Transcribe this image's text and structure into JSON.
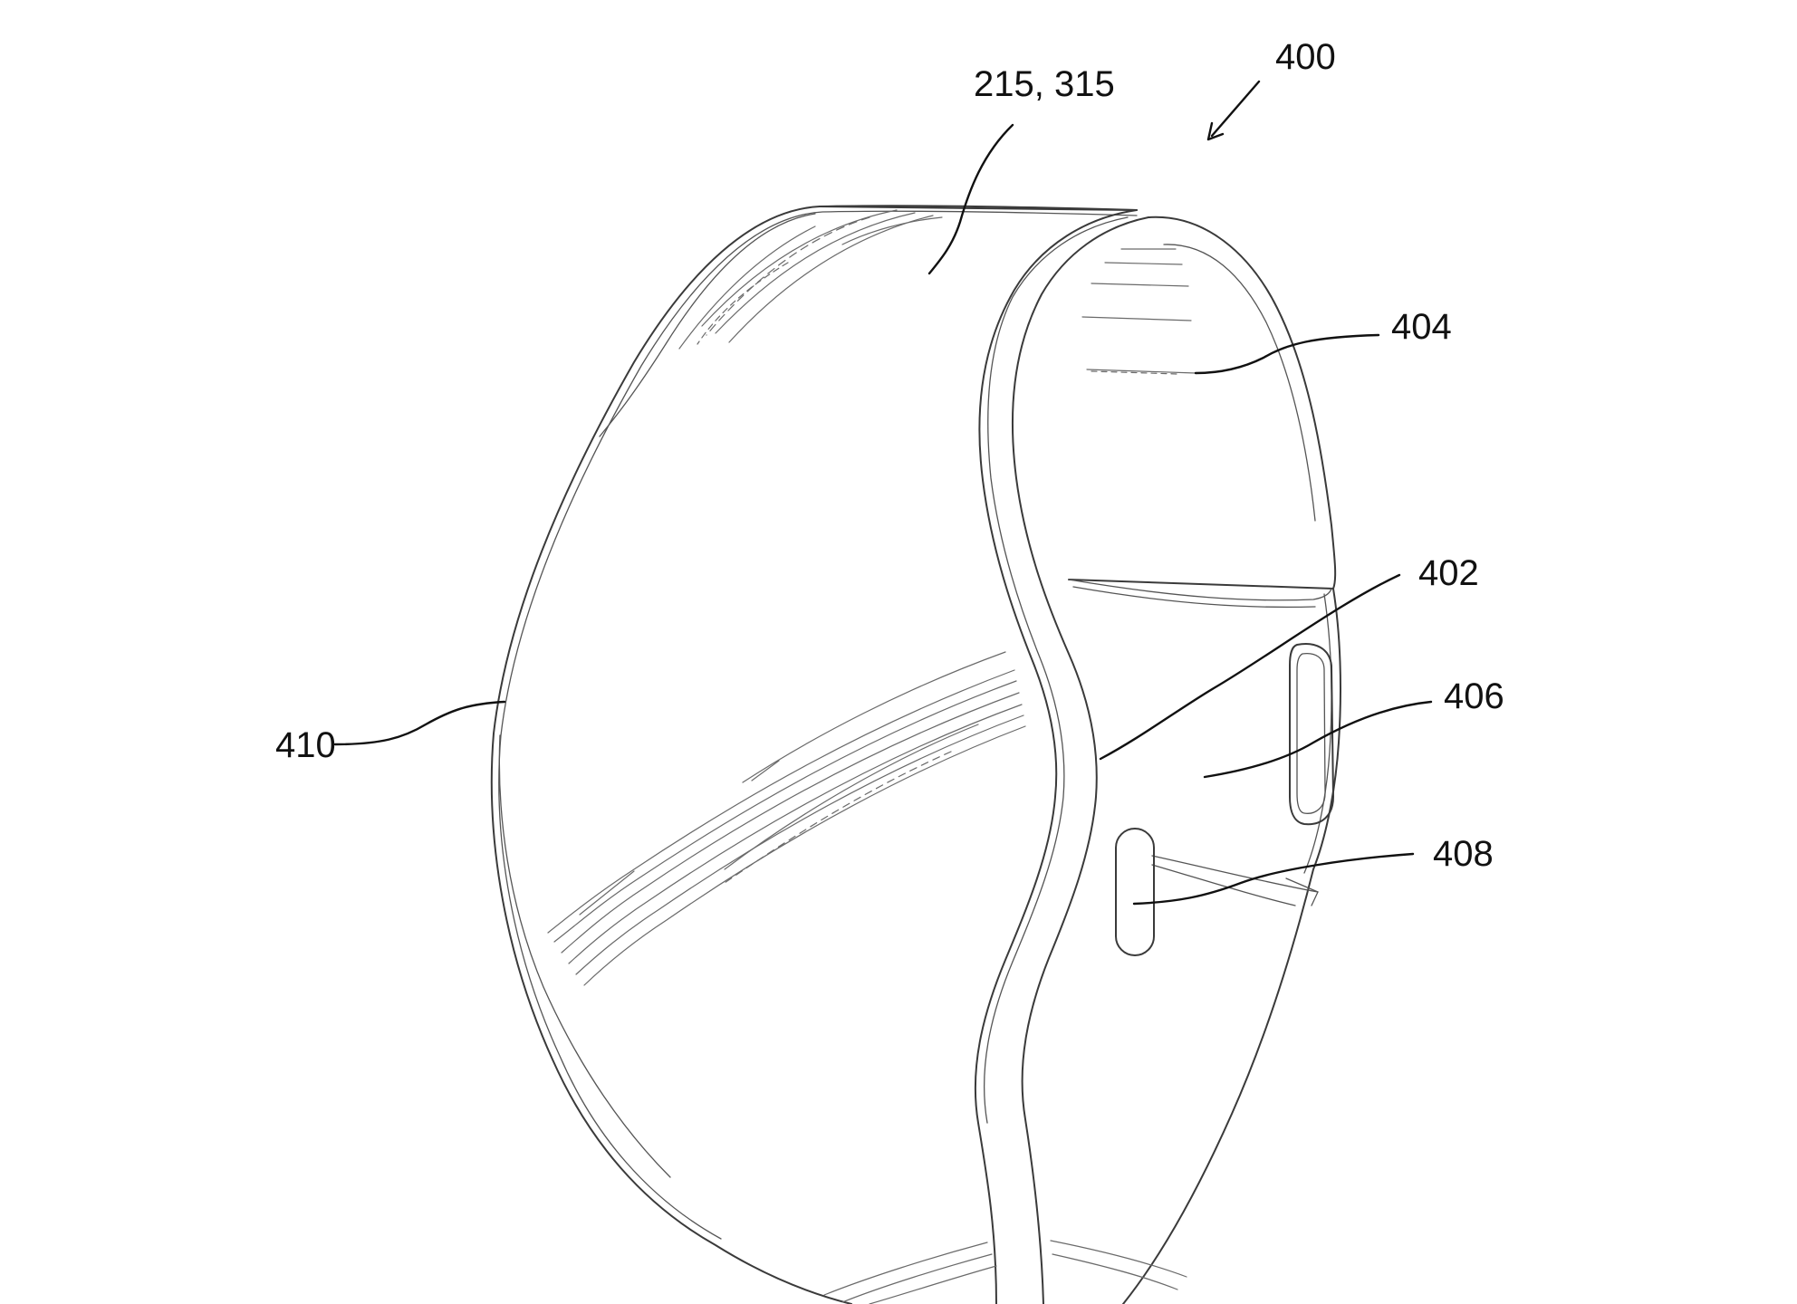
{
  "figure": {
    "reference_numerals": {
      "device": "400",
      "band_outer": "215, 315",
      "display_window": "404",
      "band_edge": "402",
      "side_panel": "406",
      "button": "408",
      "band_surface": "410"
    }
  }
}
